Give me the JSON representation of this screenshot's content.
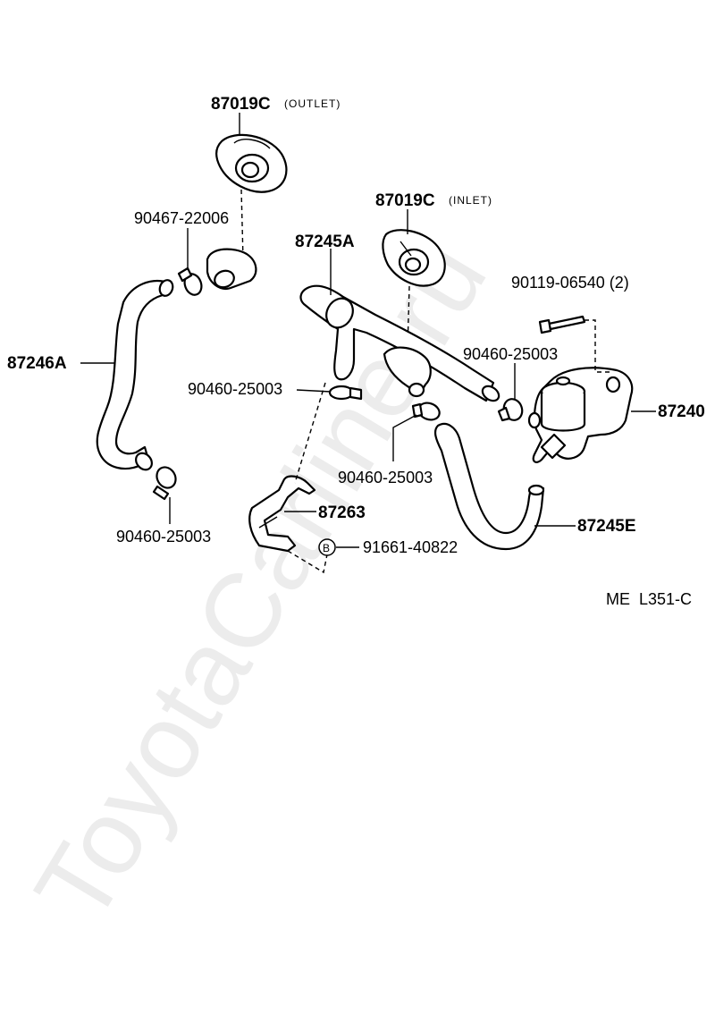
{
  "watermark": "ToyotaCarline.ru",
  "corner_code": "ME  L351-C",
  "callouts": {
    "outlet_grommet": {
      "part": "87019C",
      "note": "(OUTLET)"
    },
    "inlet_grommet": {
      "part": "87019C",
      "note": "(INLET)"
    },
    "clamp_upper_left": "90467-22006",
    "hose_a": "87245A",
    "bolt": "90119-06540  (2)",
    "hose_left": "87246A",
    "clamp_right": "90460-25003",
    "clamp_center_left": "90460-25003",
    "valve": "87240",
    "clamp_center": "90460-25003",
    "bracket": "87263",
    "hose_e": "87245E",
    "clamp_lower_left": "90460-25003",
    "bolt_b_marker": "B",
    "bolt_b": "91661-40822"
  }
}
